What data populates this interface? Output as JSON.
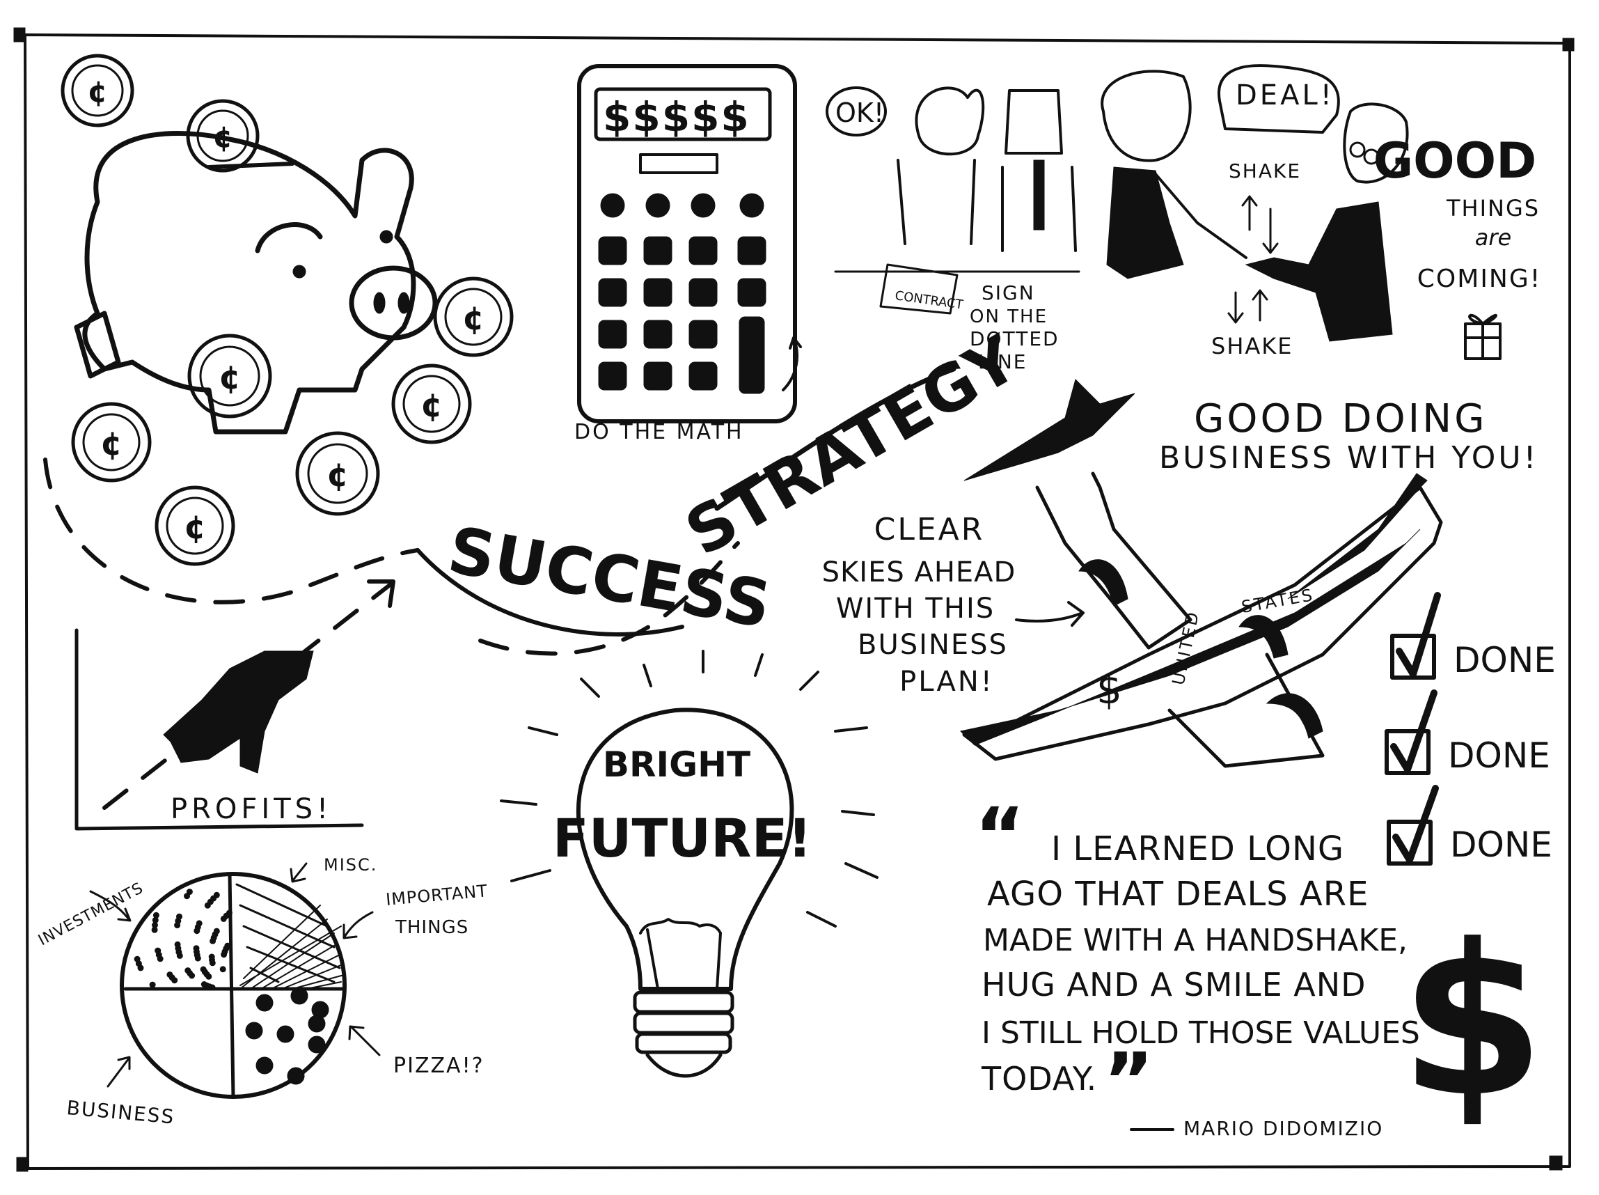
{
  "title": {
    "word1": "SUCCESS",
    "word2": "STRATEGY"
  },
  "calculator": {
    "display": "$$$$$",
    "caption": "DO THE MATH"
  },
  "signing": {
    "bubble": "OK!",
    "paper": "CONTRACT",
    "caption_lines": [
      "SIGN",
      "ON THE",
      "DOTTED",
      "LINE"
    ]
  },
  "handshake": {
    "bubble": "DEAL!",
    "shake_top": "SHAKE",
    "shake_bottom": "SHAKE"
  },
  "good_things": {
    "line1": "GOOD",
    "line2": "THINGS",
    "line3": "are",
    "line4": "COMING!"
  },
  "good_doing": {
    "line1": "GOOD DOING",
    "line2": "BUSINESS WITH YOU!"
  },
  "plane": {
    "caption_lines": [
      "CLEAR",
      "SKIES AHEAD",
      "WITH THIS",
      "BUSINESS",
      "PLAN!"
    ],
    "marking_united": "UNITED",
    "marking_states": "STATES",
    "currency_mark": "$"
  },
  "profits": {
    "label": "PROFITS!"
  },
  "coins": {
    "symbol": "¢"
  },
  "bulb": {
    "line1": "BRIGHT",
    "line2": "FUTURE!"
  },
  "pie": {
    "labels": {
      "investments": "INVESTMENTS",
      "misc": "MISC.",
      "important_line1": "IMPORTANT",
      "important_line2": "THINGS",
      "pizza": "PIZZA!?",
      "business": "BUSINESS"
    }
  },
  "checklist": {
    "items": [
      "DONE",
      "DONE",
      "DONE"
    ]
  },
  "quote": {
    "open_mark": "“",
    "close_mark": "”",
    "lines": [
      "I LEARNED LONG",
      "AGO THAT DEALS ARE",
      "MADE WITH A HANDSHAKE,",
      "HUG AND A SMILE AND",
      "I STILL HOLD THOSE VALUES",
      "TODAY."
    ],
    "author": "MARIO DIDOMIZIO"
  },
  "dollar": {
    "symbol": "$"
  },
  "colors": {
    "ink": "#111111",
    "paper": "#ffffff"
  }
}
